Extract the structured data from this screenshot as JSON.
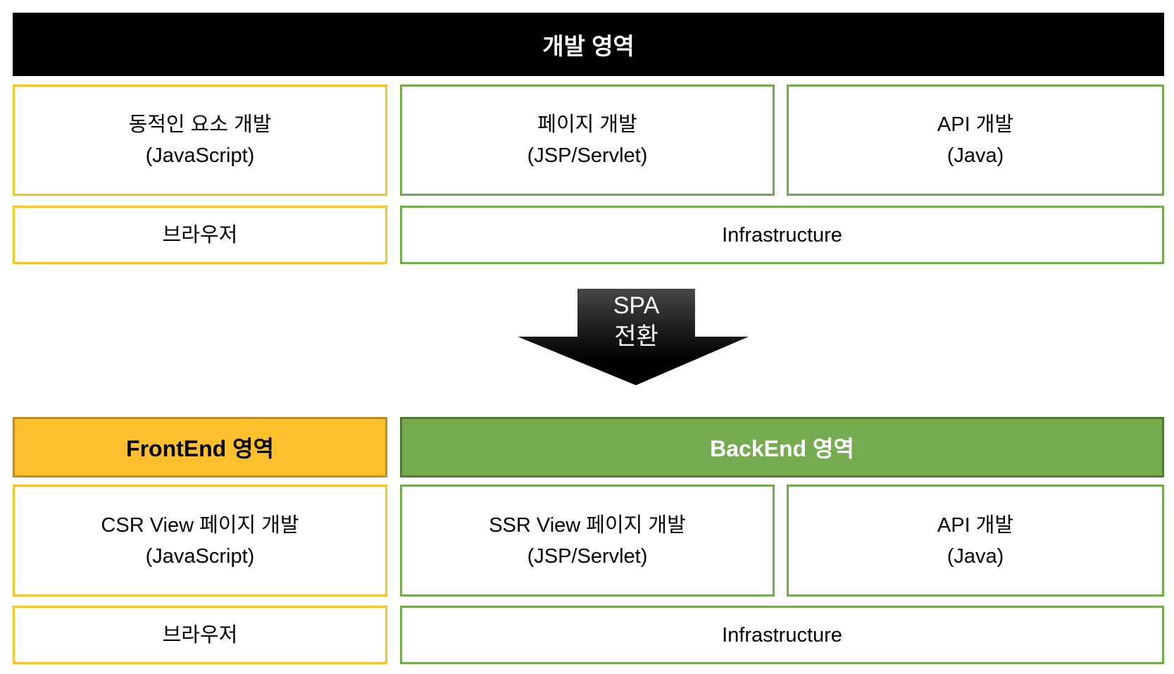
{
  "colors": {
    "gold_border": "#FFC128",
    "gold_fill": "#FFC02E",
    "gold_fill_border": "#BD8E22",
    "green_border": "#6FAC49",
    "green_fill": "#76AC50",
    "green_fill_border": "#4F7A32",
    "black": "#000000"
  },
  "top_section": {
    "header_label": "개발 영역",
    "row1": [
      {
        "title": "동적인 요소 개발",
        "subtitle": "(JavaScript)"
      },
      {
        "title": "페이지 개발",
        "subtitle": "(JSP/Servlet)"
      },
      {
        "title": "API 개발",
        "subtitle": "(Java)"
      }
    ],
    "row2": [
      {
        "title": "브라우저"
      },
      {
        "title": "Infrastructure"
      }
    ]
  },
  "arrow": {
    "line1": "SPA",
    "line2": "전환"
  },
  "bottom_section": {
    "headers": [
      {
        "label": "FrontEnd 영역"
      },
      {
        "label": "BackEnd 영역"
      }
    ],
    "row1": [
      {
        "title": "CSR View 페이지 개발",
        "subtitle": "(JavaScript)"
      },
      {
        "title": "SSR View 페이지 개발",
        "subtitle": "(JSP/Servlet)"
      },
      {
        "title": "API 개발",
        "subtitle": "(Java)"
      }
    ],
    "row2": [
      {
        "title": "브라우저"
      },
      {
        "title": "Infrastructure"
      }
    ]
  }
}
